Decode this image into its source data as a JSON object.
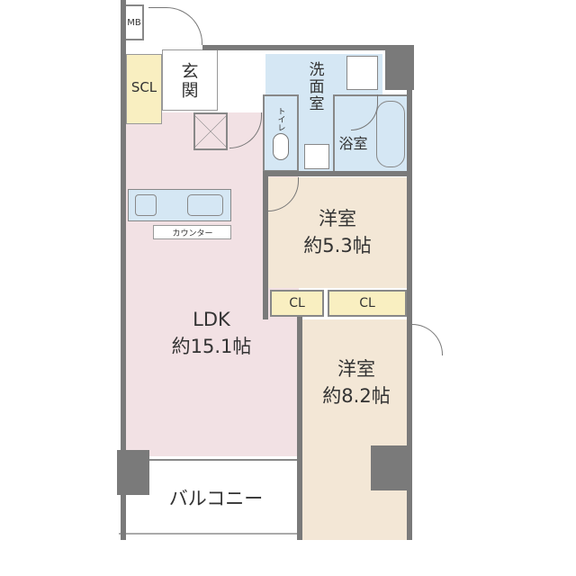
{
  "floorplan": {
    "mb": "MB",
    "entrance": "玄関",
    "scl": "SCL",
    "washroom": "洗面室",
    "toilet": "トイレ",
    "bathroom": "浴室",
    "counter": "カウンター",
    "ldk": {
      "name": "LDK",
      "size": "約15.1帖"
    },
    "room1": {
      "name": "洋室",
      "size": "約5.3帖"
    },
    "room2": {
      "name": "洋室",
      "size": "約8.2帖"
    },
    "closet1": "CL",
    "closet2": "CL",
    "balcony": "バルコニー"
  },
  "colors": {
    "ldk": "#f2e1e4",
    "western_room": "#f3e7d6",
    "wet_area": "#d5e7f4",
    "storage": "#f9efc1",
    "wall": "#7a7a7a"
  }
}
